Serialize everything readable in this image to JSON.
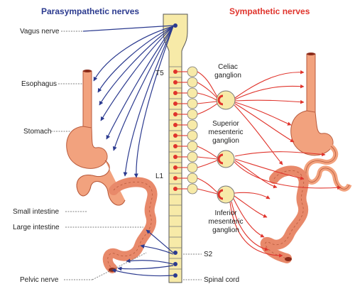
{
  "titles": {
    "parasympathetic": "Parasympathetic nerves",
    "sympathetic": "Sympathetic nerves"
  },
  "left_labels": {
    "vagus": "Vagus nerve",
    "esophagus": "Esophagus",
    "stomach": "Stomach",
    "small_intestine": "Small intestine",
    "large_intestine": "Large intestine",
    "pelvic": "Pelvic nerve"
  },
  "spine_labels": {
    "t5": "T5",
    "l1": "L1",
    "s2": "S2",
    "spinal_cord": "Spinal cord"
  },
  "ganglia": {
    "celiac": [
      "Celiac",
      "ganglion"
    ],
    "superior": [
      "Superior",
      "mesenteric",
      "ganglion"
    ],
    "inferior": [
      "Inferior",
      "mesenteric",
      "ganglion"
    ]
  },
  "colors": {
    "parasympathetic": "#2b3a8f",
    "sympathetic": "#e0342c",
    "spine": "#f7eaa8",
    "organ": "#f2a27e"
  }
}
